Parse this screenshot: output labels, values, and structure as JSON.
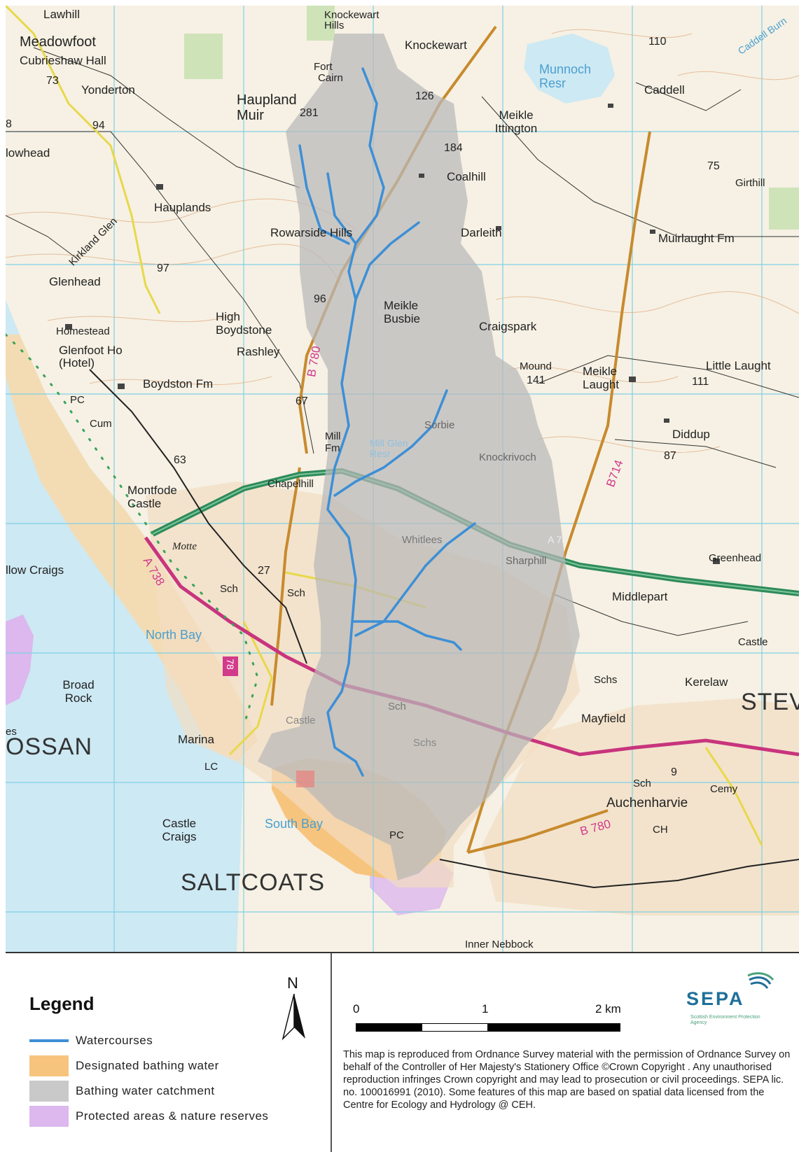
{
  "map": {
    "places": {
      "lawhill": "Lawhill",
      "meadowfoot": "Meadowfoot",
      "cubrieshaw_hall": "Cubrieshaw Hall",
      "yonderton": "Yonderton",
      "spot_73": "73",
      "spot_94": "94",
      "spot_8": "8",
      "lowhead": "lowhead",
      "knockewart_hills": "Knockewart Hills",
      "knockewart": "Knockewart",
      "fort": "Fort",
      "cairn": "Cairn",
      "haupland_muir": "Haupland Muir",
      "spot_281": "281",
      "spot_126": "126",
      "munnoch_resr": "Munnoch Resr",
      "spot_110": "110",
      "caddell": "Caddell",
      "caddell_burn": "Caddell Burn",
      "meikle_ittington": "Meikle Ittington",
      "spot_184": "184",
      "coalhill": "Coalhill",
      "spot_75": "75",
      "girthill": "Girthill",
      "hauplands": "Hauplands",
      "kirkland_glen": "Kirkland Glen",
      "rowarside_hills": "Rowarside Hills",
      "darleith": "Darleith",
      "muirlaught_fm": "Muirlaught Fm",
      "glenhead": "Glenhead",
      "spot_97": "97",
      "spot_96": "96",
      "meikle_busbie": "Meikle Busbie",
      "high_boydstone": "High Boydstone",
      "craigspark": "Craigspark",
      "homestead": "Homestead",
      "glenfoot_ho": "Glenfoot Ho",
      "hotel": "(Hotel)",
      "rashley": "Rashley",
      "b780_north": "B 780",
      "mound": "Mound",
      "spot_141": "141",
      "meikle_laught": "Meikle Laught",
      "little_laught": "Little Laught",
      "spot_111": "111",
      "boydston_fm": "Boydston Fm",
      "pc_1": "PC",
      "cum": "Cum",
      "spot_67": "67",
      "sorbie": "Sorbie",
      "diddup": "Diddup",
      "spot_87": "87",
      "mill_fm": "Mill Fm",
      "mill_glen_resr": "Mill Glen Resr",
      "knockrivoch": "Knockrivoch",
      "b714": "B714",
      "spot_63": "63",
      "montfode_castle": "Montfode Castle",
      "chapelhill": "Chapelhill",
      "motte": "Motte",
      "whitlees": "Whitlees",
      "a78_label": "A 78",
      "sharphill": "Sharphill",
      "greenhead": "Greenhead",
      "hallow_craigs": "llow Craigs",
      "a738": "A 738",
      "spot_27": "27",
      "sch_1": "Sch",
      "sch_2": "Sch",
      "middlepart": "Middlepart",
      "north_bay": "North Bay",
      "castle_1": "Castle",
      "broad_rock": "Broad Rock",
      "road_78": "78",
      "schs_1": "Schs",
      "kerelaw": "Kerelaw",
      "stev": "STEV",
      "sch_3": "Sch",
      "mayfield": "Mayfield",
      "castle_2": "Castle",
      "es": "es",
      "ossan": "OSSAN",
      "marina": "Marina",
      "schs_2": "Schs",
      "spot_9": "9",
      "sch_4": "Sch",
      "cemy": "Cemy",
      "lc": "LC",
      "auchenharvie": "Auchenharvie",
      "castle_craigs": "Castle Craigs",
      "south_bay": "South Bay",
      "b780_south": "B 780",
      "ch": "CH",
      "pc_2": "PC",
      "saltcoats": "SALTCOATS",
      "inner_nebbock": "Inner Nebbock"
    }
  },
  "legend": {
    "title": "Legend",
    "items": [
      {
        "label": "Watercourses",
        "color": "#3d8fd6",
        "kind": "line"
      },
      {
        "label": "Designated bathing water",
        "color": "#f7c47e",
        "kind": "fill"
      },
      {
        "label": "Bathing water catchment",
        "color": "#c9c9c9",
        "kind": "fill"
      },
      {
        "label": "Protected areas & nature reserves",
        "color": "#dcb8ee",
        "kind": "fill"
      }
    ]
  },
  "north_arrow": {
    "label": "N"
  },
  "scale_bar": {
    "ticks": [
      "0",
      "1",
      "2 km"
    ]
  },
  "logo": {
    "name": "SEPA",
    "subtitle": "Scottish Environment Protection Agency"
  },
  "copyright": "This map is reproduced from Ordnance Survey material with the permission of Ordnance Survey on behalf of the Controller of Her Majesty's Stationery Office ©Crown Copyright . Any unauthorised reproduction infringes Crown copyright and may lead to prosecution or civil proceedings. SEPA lic. no. 100016991 (2010). Some features of this map are based on spatial data licensed from the Centre for Ecology and Hydrology @ CEH."
}
